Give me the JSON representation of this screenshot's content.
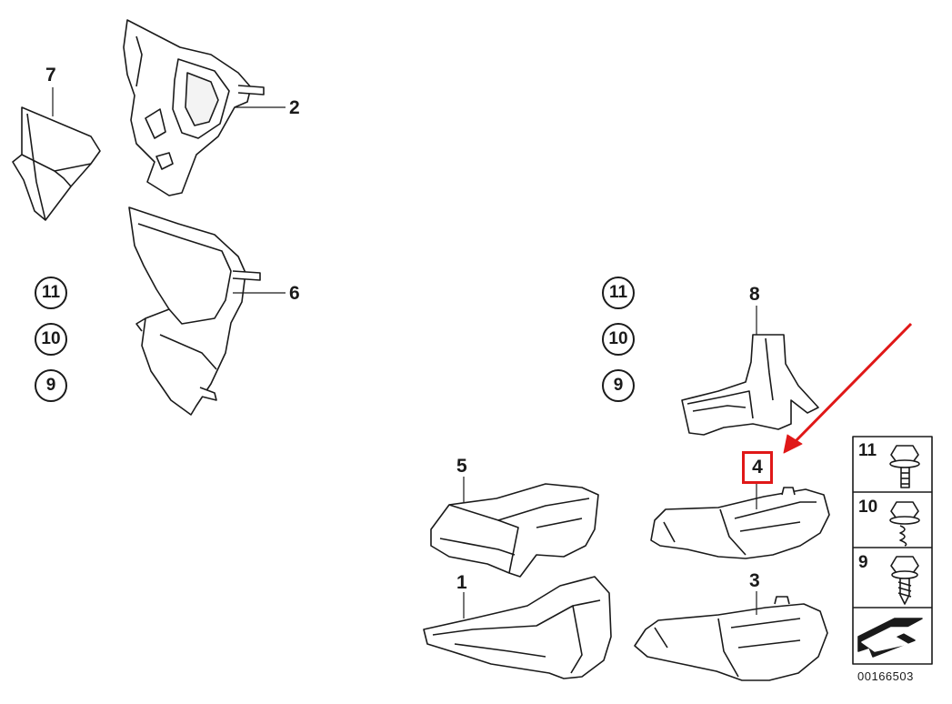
{
  "left_group": {
    "labels": {
      "part_7": "7",
      "part_2": "2",
      "part_6": "6"
    },
    "circled": [
      "11",
      "10",
      "9"
    ]
  },
  "right_group": {
    "labels": {
      "part_8": "8",
      "part_4": "4",
      "part_5": "5",
      "part_1": "1",
      "part_3": "3"
    },
    "circled": [
      "11",
      "10",
      "9"
    ],
    "highlight_color": "#e01818"
  },
  "legend": {
    "items": [
      {
        "number": "11",
        "icon": "flange-bolt-icon"
      },
      {
        "number": "10",
        "icon": "hex-nut-icon"
      },
      {
        "number": "9",
        "icon": "self-tapping-screw-icon"
      }
    ],
    "footer_icon": "arrow-symbol-icon"
  },
  "document_id": "00166503"
}
